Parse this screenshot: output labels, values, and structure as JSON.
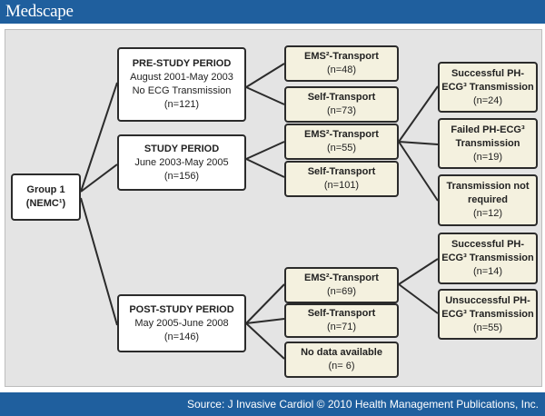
{
  "header": {
    "brand": "Medscape"
  },
  "footer": {
    "source": "Source: J Invasive Cardiol © 2010 Health Management Publications, Inc."
  },
  "diagram": {
    "group": {
      "line1": "Group 1",
      "line2": "(NEMC¹)"
    },
    "pre": {
      "title": "PRE-STUDY PERIOD",
      "dates": "August 2001-May 2003",
      "note": "No ECG Transmission",
      "n": "(n=121)"
    },
    "study": {
      "title": "STUDY PERIOD",
      "dates": "June 2003-May 2005",
      "n": "(n=156)"
    },
    "post": {
      "title": "POST-STUDY PERIOD",
      "dates": "May 2005-June 2008",
      "n": "(n=146)"
    },
    "pre_ems": {
      "label": "EMS²-Transport",
      "n": "(n=48)"
    },
    "pre_self": {
      "label": "Self-Transport",
      "n": "(n=73)"
    },
    "study_ems": {
      "label": "EMS²-Transport",
      "n": "(n=55)"
    },
    "study_self": {
      "label": "Self-Transport",
      "n": "(n=101)"
    },
    "post_ems": {
      "label": "EMS²-Transport",
      "n": "(n=69)"
    },
    "post_self": {
      "label": "Self-Transport",
      "n": "(n=71)"
    },
    "post_nodata": {
      "label": "No data available",
      "n": "(n= 6)"
    },
    "s_success": {
      "line1": "Successful PH-",
      "line2": "ECG³ Transmission",
      "n": "(n=24)"
    },
    "s_failed": {
      "line1": "Failed PH-ECG³",
      "line2": "Transmission",
      "n": "(n=19)"
    },
    "s_notreq": {
      "line1": "Transmission not",
      "line2": "required",
      "n": "(n=12)"
    },
    "p_success": {
      "line1": "Successful PH-",
      "line2": "ECG³ Transmission",
      "n": "(n=14)"
    },
    "p_unsuccess": {
      "line1": "Unsuccessful PH-",
      "line2": "ECG³ Transmission",
      "n": "(n=55)"
    }
  }
}
